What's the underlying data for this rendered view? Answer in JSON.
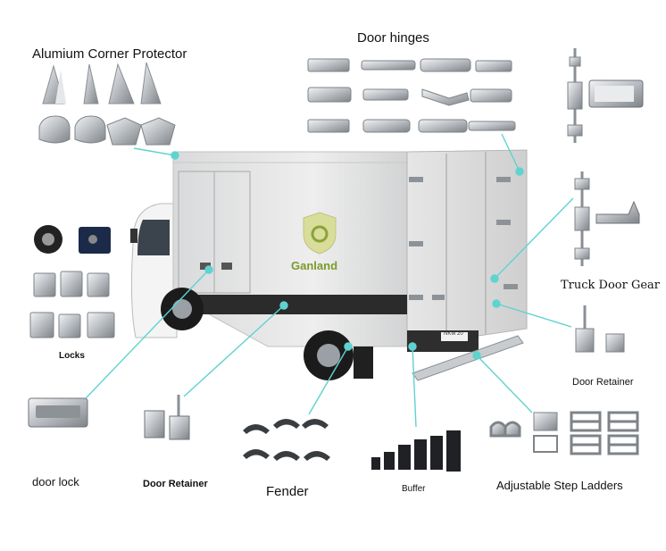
{
  "labels": {
    "corner_protector": "Alumium Corner Protector",
    "door_hinges": "Door hinges",
    "truck_door_gear": "Truck Door Gear",
    "door_retainer_right": "Door Retainer",
    "locks": "Locks",
    "door_lock": "door lock",
    "door_retainer_bottom": "Door Retainer",
    "fender": "Fender",
    "buffer": "Buffer",
    "step_ladders": "Adjustable Step Ladders"
  },
  "truck": {
    "brand": "Ganland",
    "plate": "NKM 20"
  },
  "colors": {
    "leader_line": "#5fd3d0",
    "brand_green": "#7c9a2a",
    "metal": "#b9bdc2",
    "metal_dark": "#6e7378"
  }
}
